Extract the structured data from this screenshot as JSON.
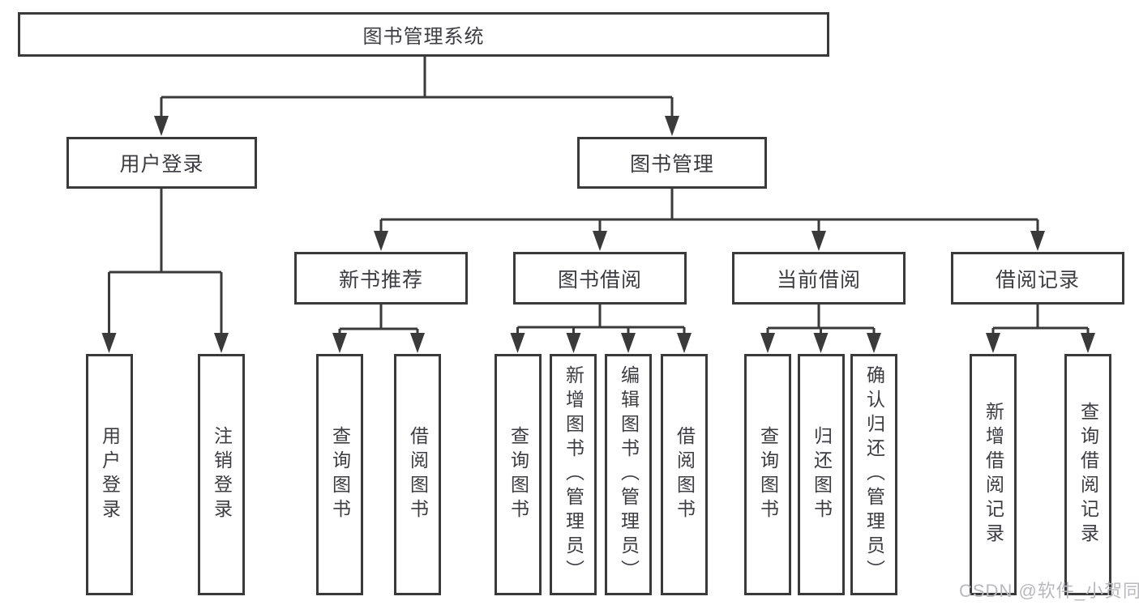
{
  "diagram": {
    "root": {
      "label": "图书管理系统"
    },
    "level2": [
      {
        "label": "用户登录"
      },
      {
        "label": "图书管理"
      }
    ],
    "level3": [
      {
        "label": "新书推荐"
      },
      {
        "label": "图书借阅"
      },
      {
        "label": "当前借阅"
      },
      {
        "label": "借阅记录"
      }
    ],
    "leaves": [
      {
        "label": "用户登录"
      },
      {
        "label": "注销登录"
      },
      {
        "label": "查询图书"
      },
      {
        "label": "借阅图书"
      },
      {
        "label": "查询图书"
      },
      {
        "label": "新增图书（管理员）"
      },
      {
        "label": "编辑图书（管理员）"
      },
      {
        "label": "借阅图书"
      },
      {
        "label": "查询图书"
      },
      {
        "label": "归还图书"
      },
      {
        "label": "确认归还（管理员）"
      },
      {
        "label": "新增借阅记录"
      },
      {
        "label": "查询借阅记录"
      }
    ]
  },
  "watermark": "CSDN @软件_小贺同学",
  "colors": {
    "line": "#3a3a3a",
    "node_border": "#3a3a3a",
    "node_fill": "#ffffff",
    "text": "#3c3c41",
    "watermark": "#b9b9bd",
    "background": "#ffffff"
  }
}
